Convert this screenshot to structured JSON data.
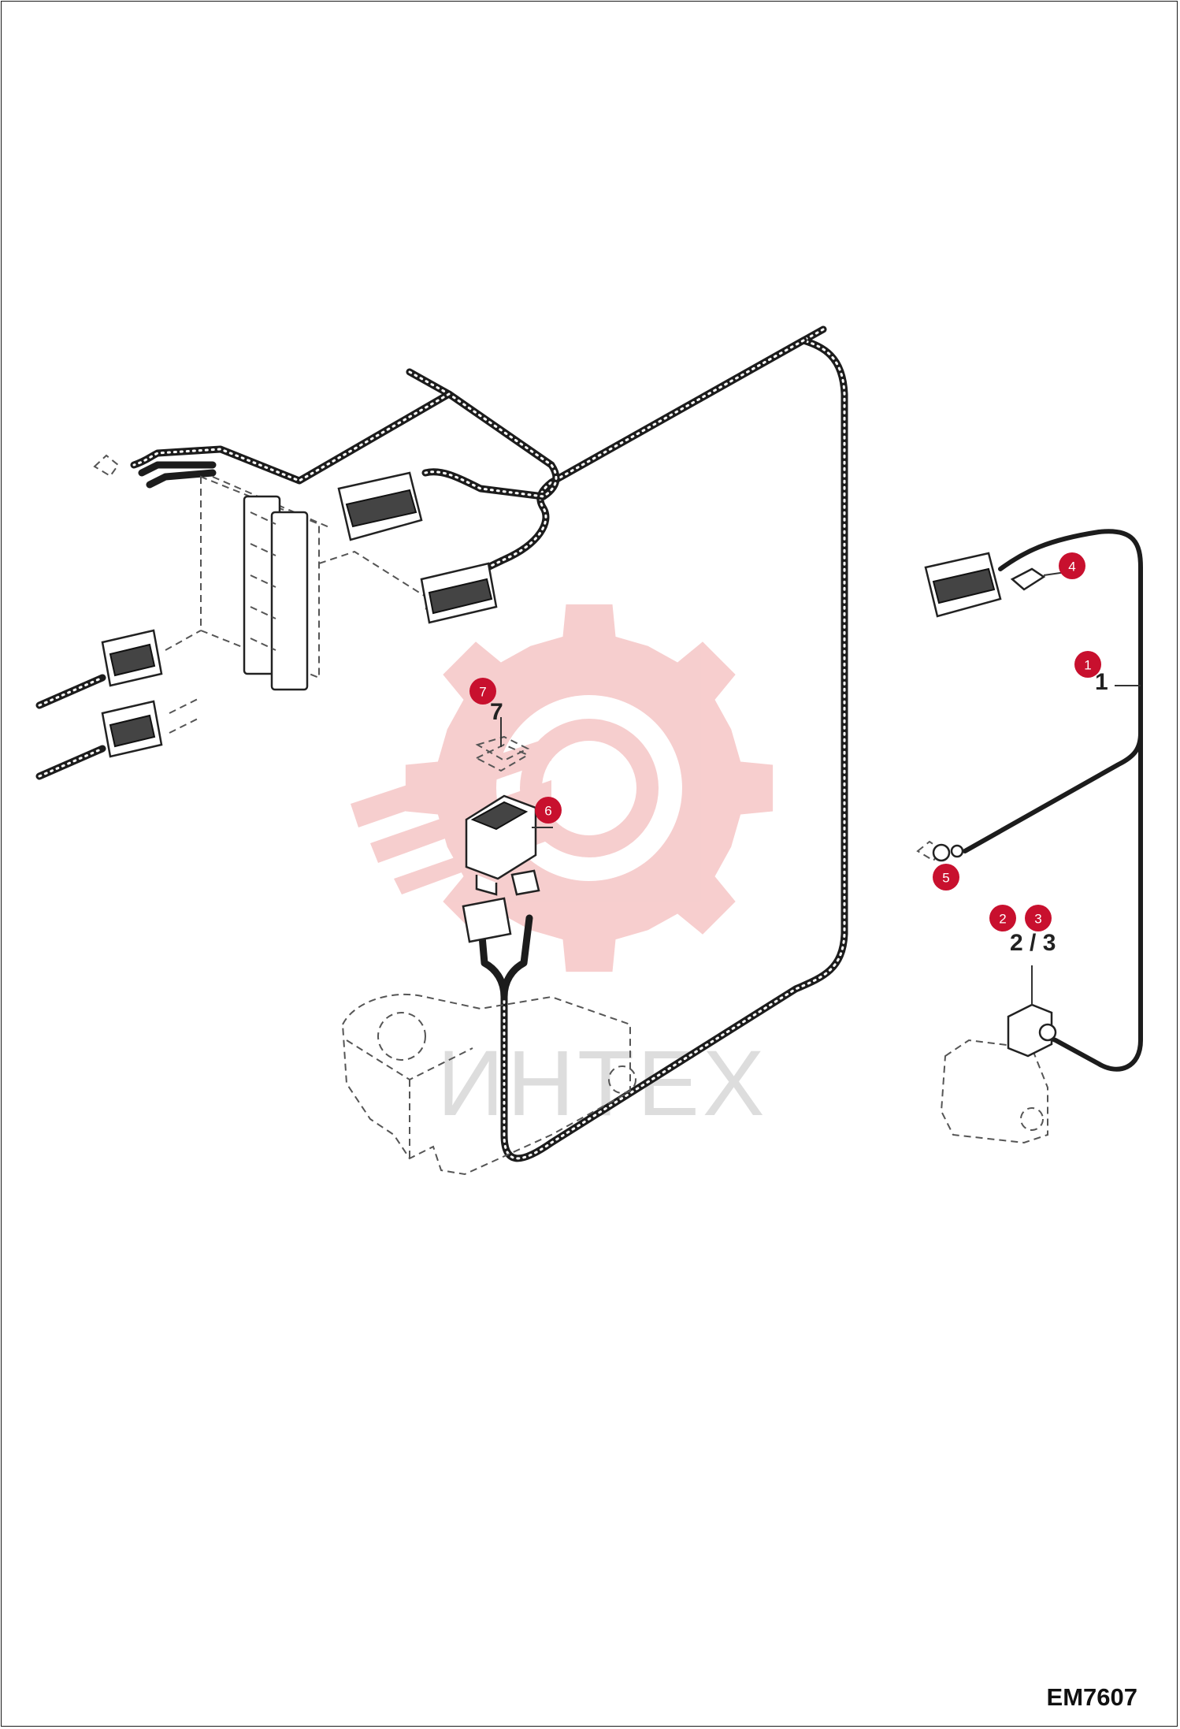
{
  "drawing_code": "EM7607",
  "watermark": {
    "text": "ИНТЕХ",
    "gear_color": "#f6c9c9",
    "text_color": "#dddddd"
  },
  "accent_color": "#c8102e",
  "callouts": [
    {
      "id": "1",
      "label": "1"
    },
    {
      "id": "2",
      "label": "2"
    },
    {
      "id": "3",
      "label": "3"
    },
    {
      "id": "4",
      "label": "4"
    },
    {
      "id": "5",
      "label": "5"
    },
    {
      "id": "6",
      "label": "6"
    },
    {
      "id": "7",
      "label": "7"
    }
  ],
  "part_numbers": {
    "p1": "1",
    "p23": "2 / 3",
    "p7": "7"
  }
}
